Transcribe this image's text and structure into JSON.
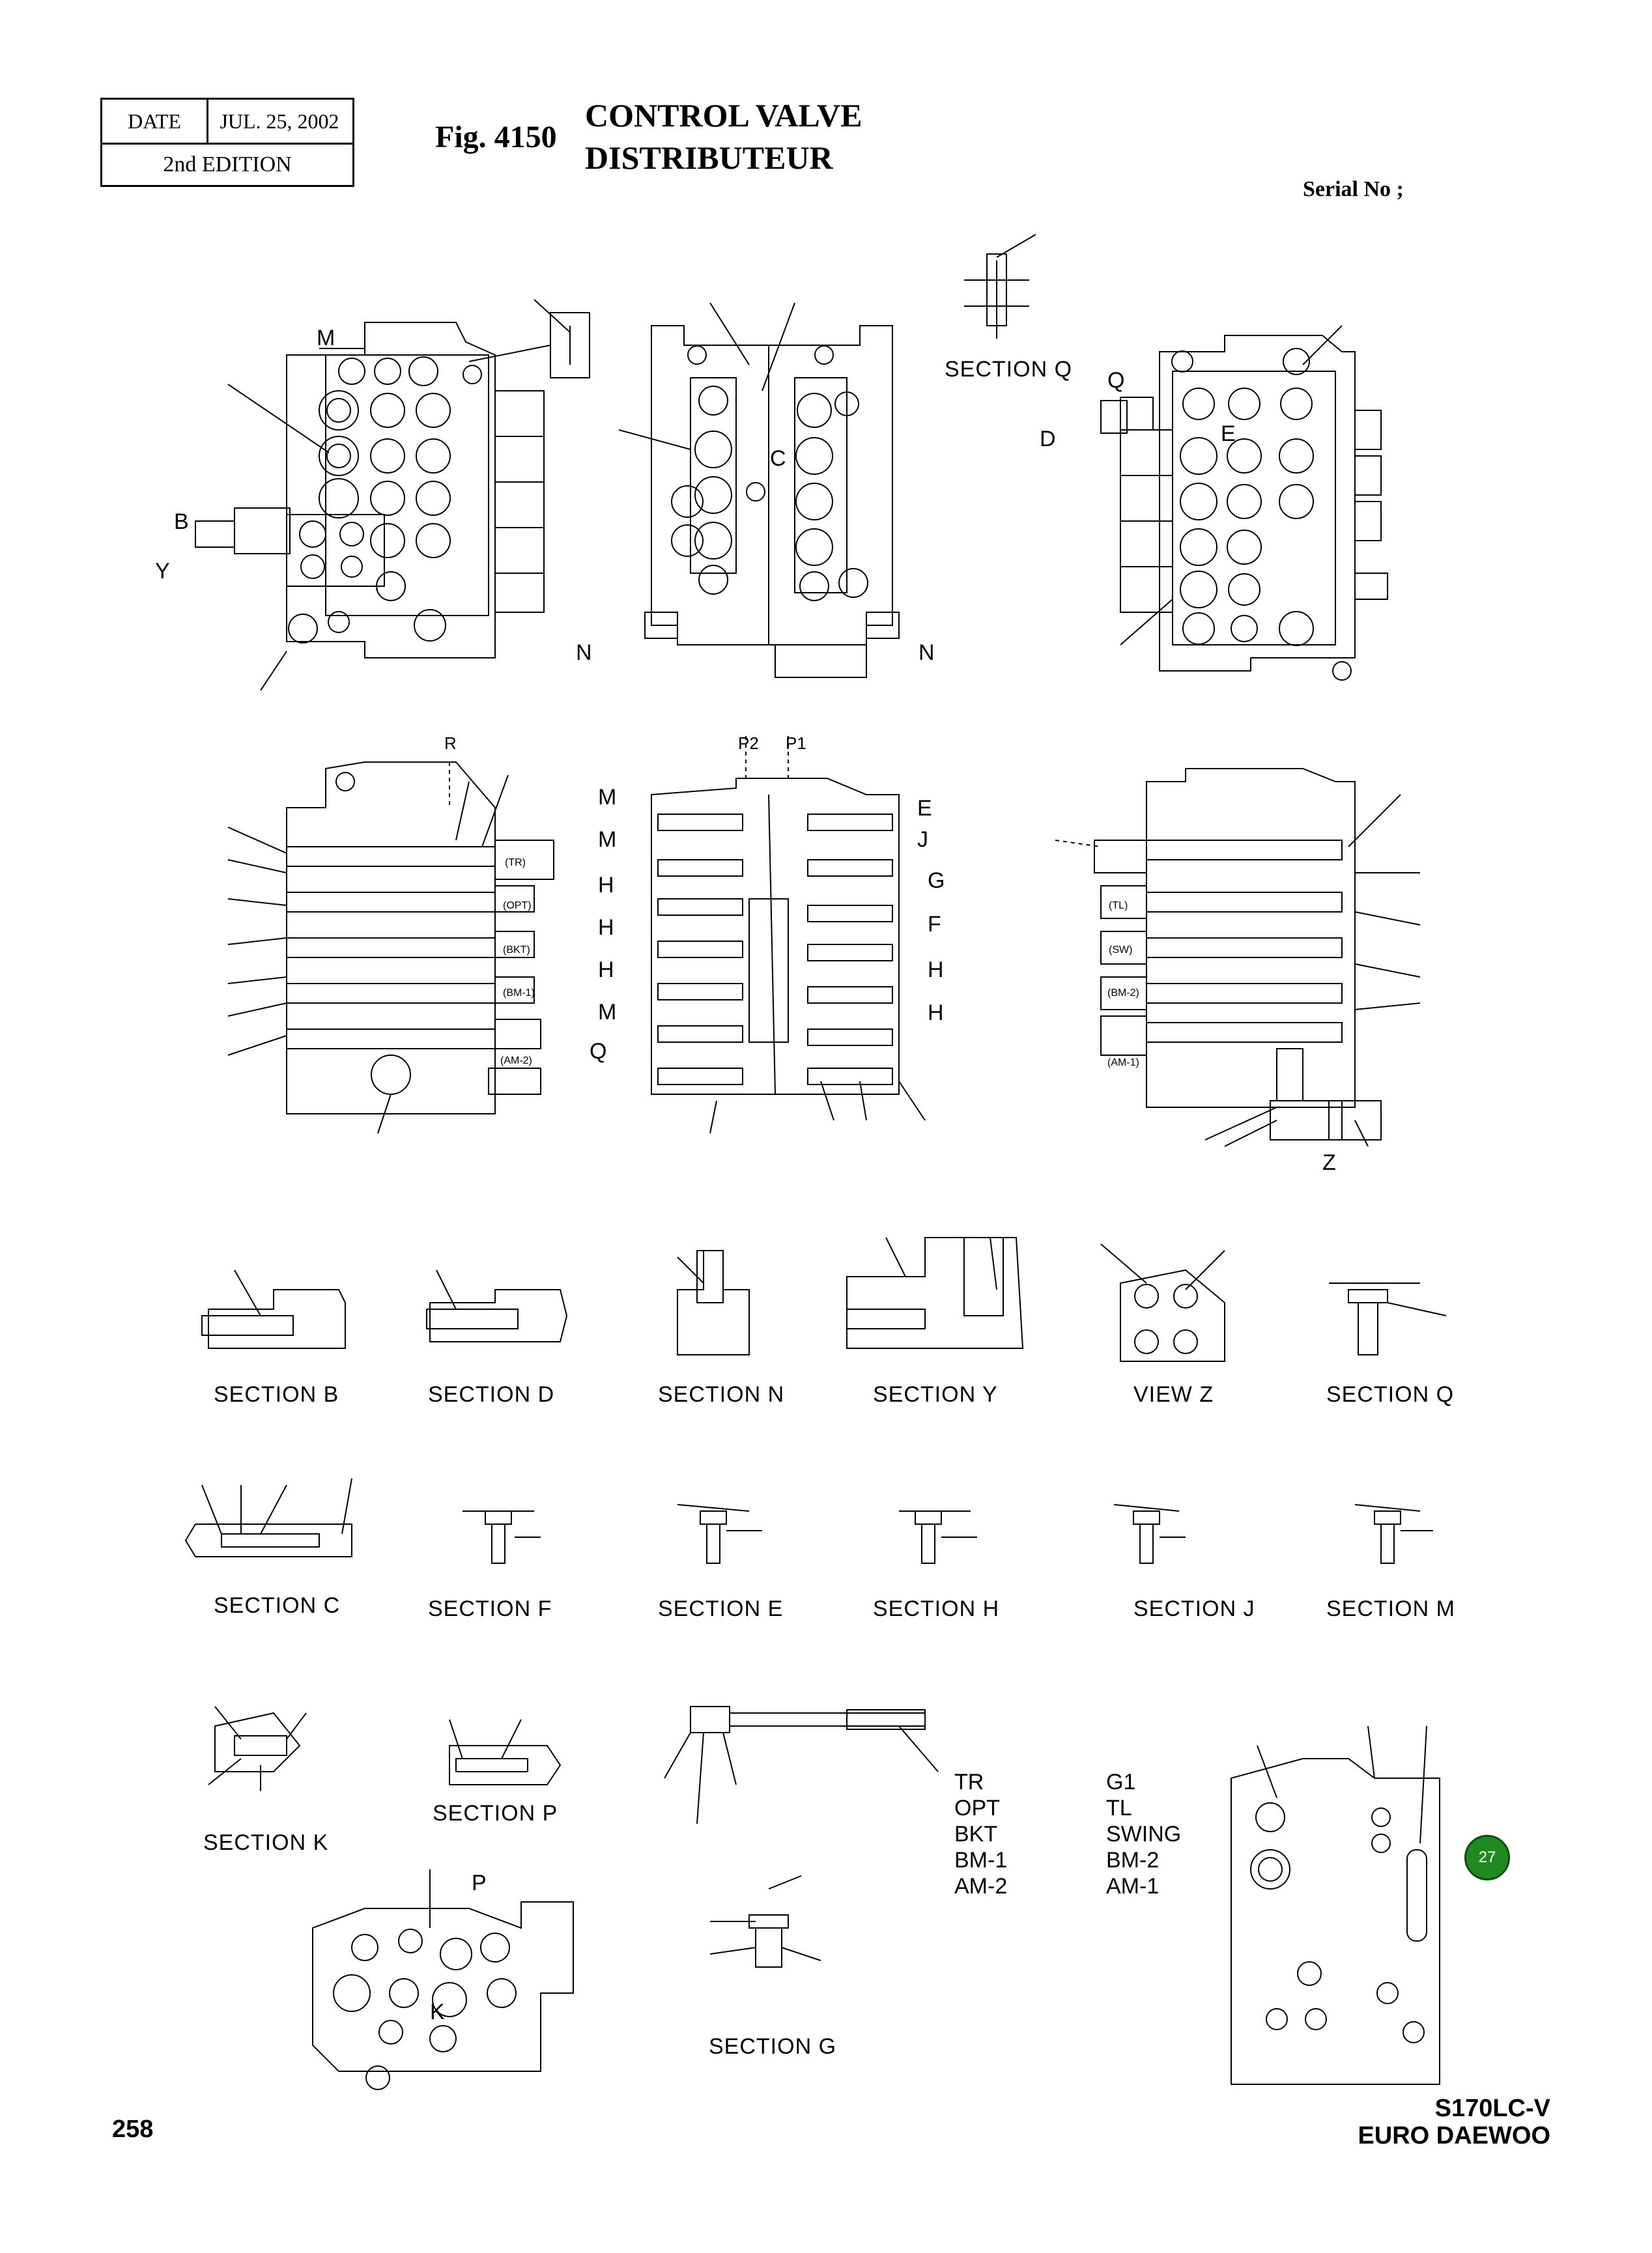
{
  "header": {
    "date_label": "DATE",
    "date_value": "JUL. 25, 2002",
    "edition": "2nd  EDITION",
    "fig_label": "Fig. 4150",
    "title_en": "CONTROL VALVE",
    "title_fr": "DISTRIBUTEUR",
    "serial": "Serial No ;"
  },
  "view_labels": {
    "top_left": [
      "M",
      "B",
      "Y"
    ],
    "top_mid": [
      "C",
      "N",
      "N"
    ],
    "top_right": [
      "Q",
      "D",
      "E"
    ],
    "mid_top_ports": [
      "R",
      "P2",
      "P1"
    ],
    "mid_left_spools": [
      "(TR)",
      "(OPT)",
      "(BKT)",
      "(BM-1)",
      "(AM-2)"
    ],
    "mid_center_left": [
      "M",
      "M",
      "H",
      "H",
      "H",
      "M",
      "Q"
    ],
    "mid_center_right": [
      "E",
      "J",
      "G",
      "F",
      "H",
      "H"
    ],
    "mid_right_spools": [
      "(TL)",
      "(SW)",
      "(BM-2)",
      "(AM-1)"
    ],
    "mid_right_arrow": "Z",
    "bottom_pk": [
      "P",
      "K"
    ]
  },
  "sections_row1": [
    "SECTION  B",
    "SECTION  D",
    "SECTION  N",
    "SECTION  Y",
    "VIEW  Z",
    "SECTION  Q"
  ],
  "sections_row2": [
    "SECTION  C",
    "SECTION  F",
    "SECTION  E",
    "SECTION  H",
    "SECTION  J",
    "SECTION  M"
  ],
  "sections_row3": [
    "SECTION  K",
    "SECTION  P",
    "SECTION  G"
  ],
  "section_q_top": "SECTION  Q",
  "spool_list_left": [
    "TR",
    "OPT",
    "BKT",
    "BM-1",
    "AM-2"
  ],
  "spool_list_right": [
    "G1",
    "TL",
    "SWING",
    "BM-2",
    "AM-1"
  ],
  "badge": "27",
  "footer": {
    "page": "258",
    "model": "S170LC-V",
    "brand": "EURO DAEWOO"
  }
}
